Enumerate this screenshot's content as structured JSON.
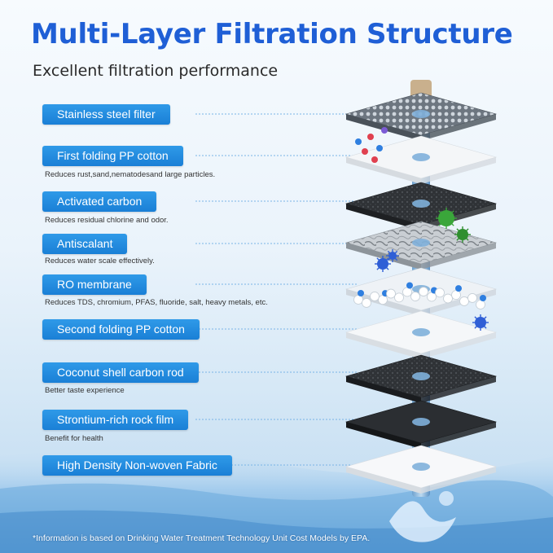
{
  "title": "Multi-Layer Filtration Structure",
  "subtitle": "Excellent filtration performance",
  "layers": [
    {
      "label": "Stainless steel filter",
      "desc": ""
    },
    {
      "label": "First folding PP cotton",
      "desc": "Reduces rust,sand,nematodesand large particles."
    },
    {
      "label": "Activated carbon",
      "desc": "Reduces residual chlorine and odor."
    },
    {
      "label": "Antiscalant",
      "desc": "Reduces water scale effectively."
    },
    {
      "label": "RO membrane",
      "desc": "Reduces TDS, chromium, PFAS, fluoride, salt, heavy metals, etc."
    },
    {
      "label": "Second folding PP cotton",
      "desc": ""
    },
    {
      "label": "Coconut shell carbon rod",
      "desc": "Better taste experience"
    },
    {
      "label": "Strontium-rich rock film",
      "desc": "Benefit for health"
    },
    {
      "label": "High Density Non-woven Fabric",
      "desc": ""
    }
  ],
  "footnote": "*Information is based on Drinking Water Treatment Technology Unit Cost Models by EPA.",
  "colors": {
    "title": "#1f5fd6",
    "pill": "#1a7fd6",
    "water": "#8fc2ea"
  }
}
